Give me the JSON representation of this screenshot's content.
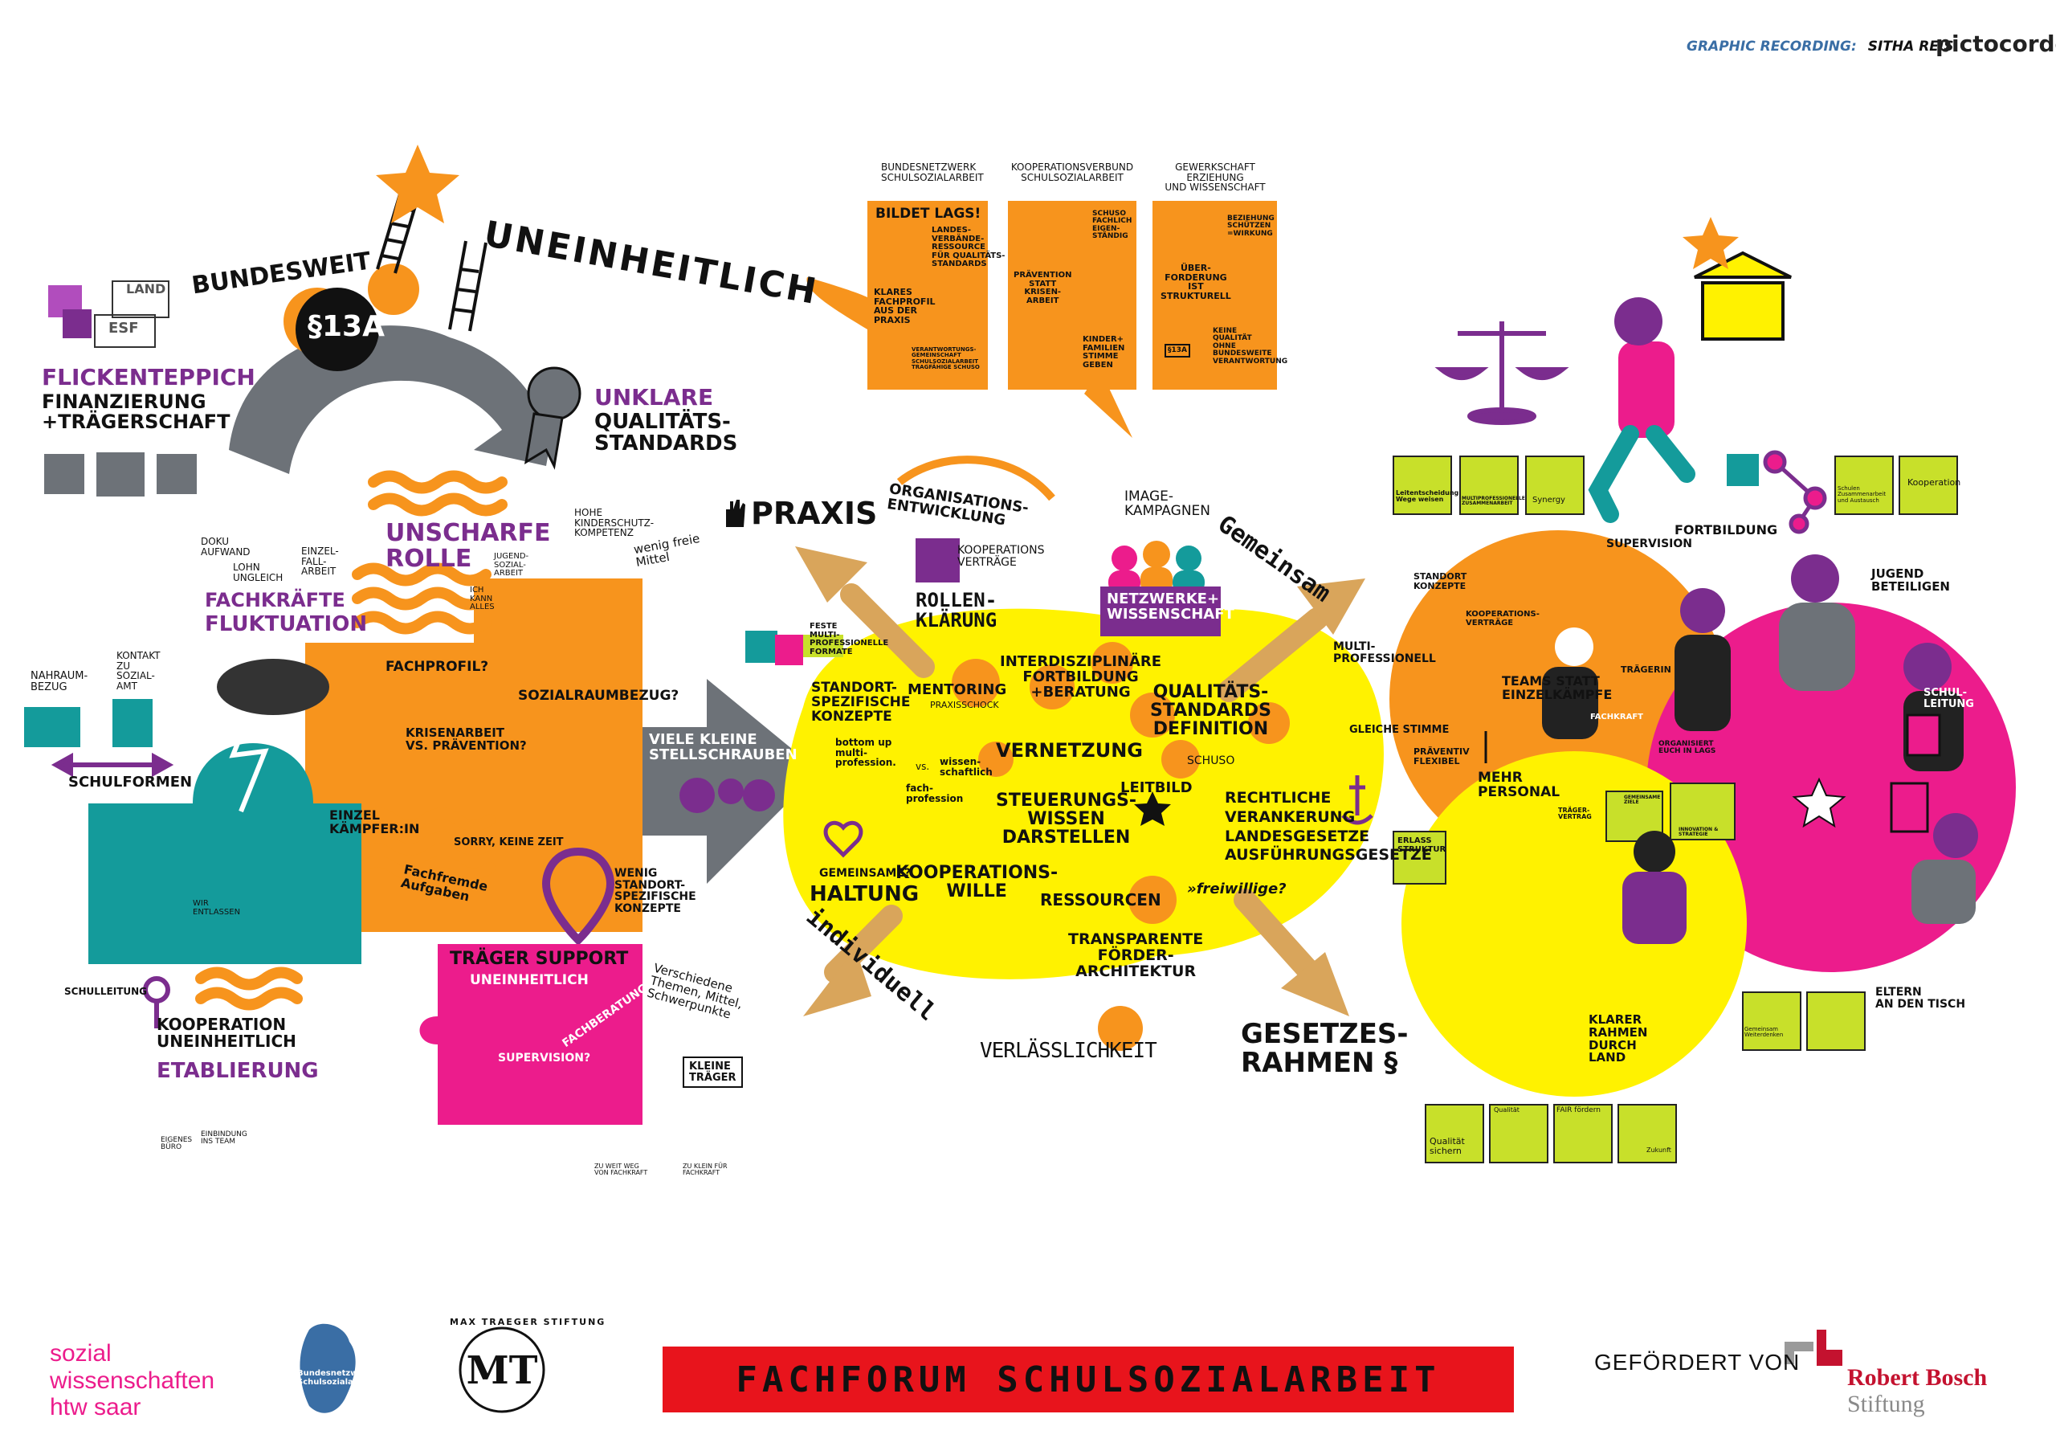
{
  "header": {
    "credit_label": "GRAPHIC RECORDING:",
    "credit_artist": "SITHA REIS",
    "studio": "pictocorder"
  },
  "left": {
    "bundesweit": "BUNDESWEIT",
    "uneinheitlich": "UNEINHEITLICH",
    "paragraph": "§13a",
    "flicken_a": "FLICKENTEPPICH",
    "flicken_b": "FINANZIERUNG\n+TRÄGERSCHAFT",
    "unklare_a": "UNKLARE",
    "unklare_b": "QUALITÄTS-\nSTANDARDS",
    "land": "LAND",
    "esf": "ESF",
    "unscharfe": "UNSCHARFE\nROLLE",
    "hohe": "HOHE\nKINDERSCHUTZ-\nKOMPETENZ",
    "wenig_mittel": "wenig freie\nMittel",
    "doku": "DOKU\nAUFWAND",
    "lohn": "LOHN\nUNGLEICH",
    "einzelfall": "EINZEL-\nFALL-\nARBEIT",
    "fachkraefte_a": "FACHKRÄFTE",
    "fachkraefte_b": "FLUKTUATION",
    "jugendsozial": "JUGEND-\nSOZIAL-\nARBEIT",
    "ich_kann": "ICH\nKANN\nALLES",
    "nahraum": "NAHRAUM-\nBEZUG",
    "kontakt": "KONTAKT\nZU\nSOZIAL-\nAMT",
    "fachprofil": "FACHPROFIL?",
    "sozialraum": "SOZIALRAUMBEZUG?",
    "krisenarbeit": "KRISENARBEIT\nVS. PRÄVENTION?",
    "schulformen": "SCHULFORMEN",
    "einzel_kaempfer": "EINZEL\nKÄMPFER:IN",
    "sorry": "SORRY, KEINE ZEIT",
    "fachfremde": "Fachfremde\nAufgaben",
    "wir_entlassen": "WIR\nENTLASSEN",
    "viele_kleine": "VIELE KLEINE\nSTELLSCHRAUBEN",
    "wenig_standort": "WENIG\nSTANDORT-\nSPEZIFISCHE\nKONZEPTE",
    "schulleitung": "SCHULLEITUNG",
    "kooperation_a": "KOOPERATION\nUNEINHEITLICH",
    "kooperation_b": "ETABLIERUNG",
    "eigenes_buero": "EIGENES\nBÜRO",
    "einbindung": "EINBINDUNG\nINS TEAM",
    "traeger_a": "TRÄGER SUPPORT",
    "traeger_b": "UNEINHEITLICH",
    "fachberatung": "FACHBERATUNG?",
    "supervision_q": "SUPERVISION?",
    "verschiedene": "Verschiedene\nThemen, Mittel,\nSchwerpunkte",
    "kleine_traeger": "KLEINE\nTRÄGER",
    "zu_weit": "ZU WEIT WEG\nVON FACHKRAFT",
    "zu_klein": "ZU KLEIN FÜR\nFACHKRAFT"
  },
  "top_boxes": [
    {
      "org": "BUNDESNETZWERK\nSCHULSOZIALARBEIT",
      "items": [
        "BILDET LAGS!",
        "LANDES-\nVERBÄNDE-\nRESSOURCE\nFÜR QUALITÄTS-\nSTANDARDS",
        "KLARES\nFACHPROFIL\nAUS DER\nPRAXIS",
        "VERANTWORTUNGS-\nGEMEINSCHAFT\nSCHULSOZIALARBEIT\nTRAGFÄHIGE SCHUSO"
      ]
    },
    {
      "org": "KOOPERATIONSVERBUND\nSCHULSOZIALARBEIT",
      "items": [
        "SCHUSO\nFACHLICH\nEIGEN-\nSTÄNDIG",
        "PRÄVENTION\nSTATT\nKRISEN-\nARBEIT",
        "KINDER+\nFAMILIEN\nSTIMME\nGEBEN"
      ]
    },
    {
      "org": "GEWERKSCHAFT ERZIEHUNG\nUND WISSENSCHAFT",
      "items": [
        "BEZIEHUNG\nSCHÜTZEN\n=WIRKUNG",
        "ÜBER-\nFORDERUNG\nIST\nSTRUKTURELL",
        "§13A",
        "KEINE\nQUALITÄT\nOHNE\nBUNDESWEITE\nVERANTWORTUNG"
      ]
    }
  ],
  "center": {
    "praxis": "PRAXIS",
    "gemeinsam": "Gemeinsam",
    "individuell": "individuell",
    "gesetze": "GESETZES-\nRAHMEN §",
    "orga": "ORGANISATIONS-\nENTWICKLUNG",
    "koop_vertraege": "KOOPERATIONS\nVERTRÄGE",
    "rollen": "ROLLEN-\nKLÄRUNG",
    "image": "IMAGE-\nKAMPAGNEN",
    "netzwerke": "NETZWERKE+\nWISSENSCHAFT",
    "feste": "FESTE\nMULTI-\nPROFESSIONELLE\nFORMATE",
    "interdis": "INTERDISZIPLINÄRE\nFORTBILDUNG\n+BERATUNG",
    "standort": "STANDORT-\nSPEZIFISCHE\nKONZEPTE",
    "mentoring": "MENTORING",
    "praxisschock": "PRAXISSCHOCK",
    "qualitaet": "QUALITÄTS-\nSTANDARDS\nDEFINITION",
    "schuso": "SCHUSO",
    "vernetzung": "VERNETZUNG",
    "bottom_up": "bottom up\nmulti-\nprofession.",
    "wissen": "wissen-\nschaftlich",
    "vs": "vs.",
    "fach": "fach-\nprofession",
    "leitbild": "LEITBILD",
    "steuerung": "STEUERUNGS-\nWISSEN\nDARSTELLEN",
    "rechtliche": "RECHTLICHE\nVERANKERUNG\nLANDESGESETZE\nAUSFÜHRUNGSGESETZE",
    "gemeinsam_q": "GEMEINSAME?",
    "haltung": "HALTUNG",
    "koop_wille": "KOOPERATIONS-\nWILLE",
    "ressourcen": "RESSOURCEN",
    "freiwillige": "»freiwillige?",
    "transparente": "TRANSPARENTE\nFÖRDER-\nARCHITEKTUR",
    "verlaesslich": "VERLÄSSLICHKEIT"
  },
  "right": {
    "notes_top": [
      "Leitentscheidung\nWege weisen",
      "MULTIPROFESSIONELLE\nZUSAMMENARBEIT",
      "Synergy",
      "",
      "Schulen\nZusammenarbeit\nund Austausch",
      "Kooperation"
    ],
    "fortbildung": "FORTBILDUNG",
    "supervision": "SUPERVISION",
    "jugend": "JUGEND\nBETEILIGEN",
    "standort_k": "STANDORT\nKONZEPTE",
    "koop_v": "KOOPERATIONS-\nVERTRÄGE",
    "multi": "MULTI-\nPROFESSIONELL",
    "tragerin": "TRÄGERIN",
    "gleiche": "GLEICHE STIMME",
    "teams": "TEAMS STATT\nEINZELKÄMPFE",
    "fachkraft": "FACHKRAFT",
    "organisiert": "ORGANISIERT\nEUCH IN LAGS",
    "schulleitung": "SCHUL-\nLEITUNG",
    "praeventiv": "PRÄVENTIV\nFLEXIBEL",
    "mehr": "MEHR\nPERSONAL",
    "traeger_v": "TRÄGER-\nVERTRAG",
    "gemeinsame_ziele": "GEMEINSAME\nZIELE",
    "innovation": "INNOVATION &\nSTRATEGIE",
    "erlass": "ERLASS\nSTRUKTUR",
    "klarer": "KLARER\nRAHMEN\ndurch\nLAND",
    "eltern": "ELTERN\nan den Tisch",
    "gemeinsam_weiterdenken": "Gemeinsam\nWeiterdenken",
    "notes_bottom": [
      "Qualität\nsichern",
      "Qualität",
      "FAIR fördern",
      "Zukunft"
    ]
  },
  "footer": {
    "logo_sw": "sozial\nwissenschaften\nhtw saar",
    "bundesnetzwerk": "Bundesnetzwerk\nSchulsozialarbeit e.V.",
    "max_traeger": "MAX TRAEGER STIFTUNG",
    "title": "FACHFORUM SCHULSOZIALARBEIT",
    "gefoerdert": "GEFÖRDERT VON",
    "rbs_a": "Robert Bosch",
    "rbs_b": "Stiftung"
  },
  "colors": {
    "orange": "#f7941d",
    "yellow": "#fff200",
    "magenta": "#ec1c8c",
    "teal": "#149b9b",
    "purple": "#7b2d8e",
    "grey": "#6d7278",
    "lime": "#c8e02a",
    "tan": "#d9a55b",
    "red": "#e8141c"
  }
}
